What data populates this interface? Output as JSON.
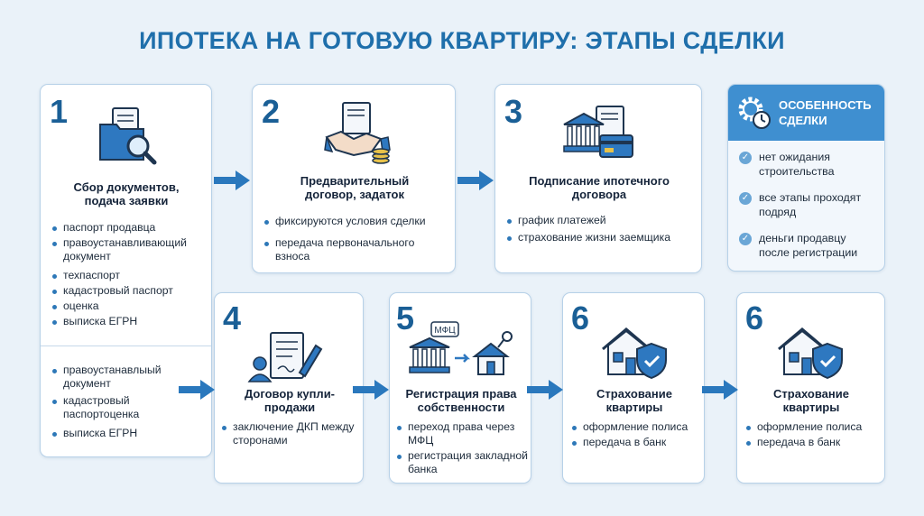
{
  "title": "ИПОТЕКА НА ГОТОВУЮ КВАРТИРУ: ЭТАПЫ СДЕЛКИ",
  "steps": [
    {
      "number": "1",
      "heading": "Сбор документов, подача заявки",
      "items": [
        "паспорт продавца",
        "правоустанавливающий документ",
        "техпаспорт",
        "кадастровый паспорт",
        "оценка",
        "выписка ЕГРН"
      ],
      "items_extra": [
        "правоустанавлыый документ",
        "кадастровый паспортоценка",
        "выписка ЕГРН"
      ],
      "icon": "folder-search-icon"
    },
    {
      "number": "2",
      "heading": "Предварительный договор, задаток",
      "items": [
        "фиксируются условия сделки",
        "передача первоначального взноса"
      ],
      "icon": "handshake-coins-icon"
    },
    {
      "number": "3",
      "heading": "Подписание ипотечного договора",
      "items": [
        "график платежей",
        "страхование жизни заемщика"
      ],
      "icon": "bank-card-icon"
    },
    {
      "number": "4",
      "heading": "Договор купли-продажи",
      "items": [
        "заключение ДКП между сторонами"
      ],
      "icon": "contract-signing-icon"
    },
    {
      "number": "5",
      "heading": "Регистрация права собственности",
      "items": [
        "переход права через МФЦ",
        "регистрация закладной банка"
      ],
      "icon": "mfc-house-icon",
      "icon_label": "МФЦ"
    },
    {
      "number": "6",
      "heading": "Страхование квартиры",
      "items": [
        "оформление полиса",
        "передача в банк"
      ],
      "icon": "house-shield-icon"
    },
    {
      "number": "6",
      "heading": "Страхование квартиры",
      "items": [
        "оформление полиса",
        "передача в банк"
      ],
      "icon": "house-shield-icon"
    }
  ],
  "feature": {
    "title": "ОСОБЕННОСТЬ СДЕЛКИ",
    "items": [
      "нет ожидания строительства",
      "все этапы проходят подряд",
      "деньги продавцу после регистрации"
    ],
    "icon": "gear-clock-icon"
  },
  "colors": {
    "accent": "#1f6fab",
    "arrow": "#2a78bd",
    "background": "#eaf2f9",
    "feature_header": "#3f8fd0"
  }
}
